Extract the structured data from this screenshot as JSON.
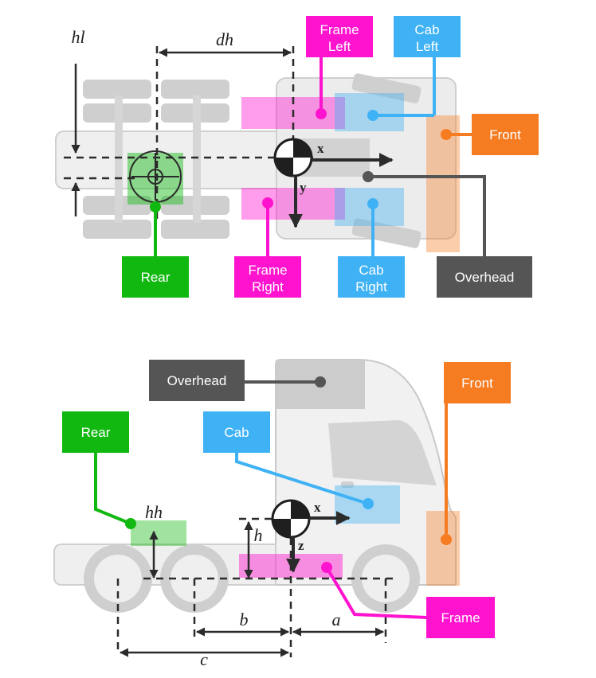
{
  "colors": {
    "rear": "#10b810",
    "frame": "#ff13cf",
    "cab": "#3fb2f5",
    "front": "#f67c22",
    "overhead": "#555555",
    "dim_line": "#2b2b2b",
    "truck_fill": "#eaeaea",
    "truck_stroke": "#c8c8c8",
    "wheel": "#cfcfcf"
  },
  "top_view": {
    "labels": {
      "frame_left": [
        "Frame",
        "Left"
      ],
      "cab_left": [
        "Cab",
        "Left"
      ],
      "front": "Front",
      "rear": "Rear",
      "frame_right": [
        "Frame",
        "Right"
      ],
      "cab_right": [
        "Cab",
        "Right"
      ],
      "overhead": "Overhead"
    },
    "dims": {
      "dh": "dh",
      "hl": "hl"
    },
    "axes": {
      "x": "x",
      "y": "y"
    }
  },
  "side_view": {
    "labels": {
      "overhead": "Overhead",
      "front": "Front",
      "rear": "Rear",
      "cab": "Cab",
      "frame": "Frame"
    },
    "dims": {
      "hh": "hh",
      "h": "h",
      "a": "a",
      "b": "b",
      "c": "c"
    },
    "axes": {
      "x": "x",
      "z": "z"
    }
  }
}
